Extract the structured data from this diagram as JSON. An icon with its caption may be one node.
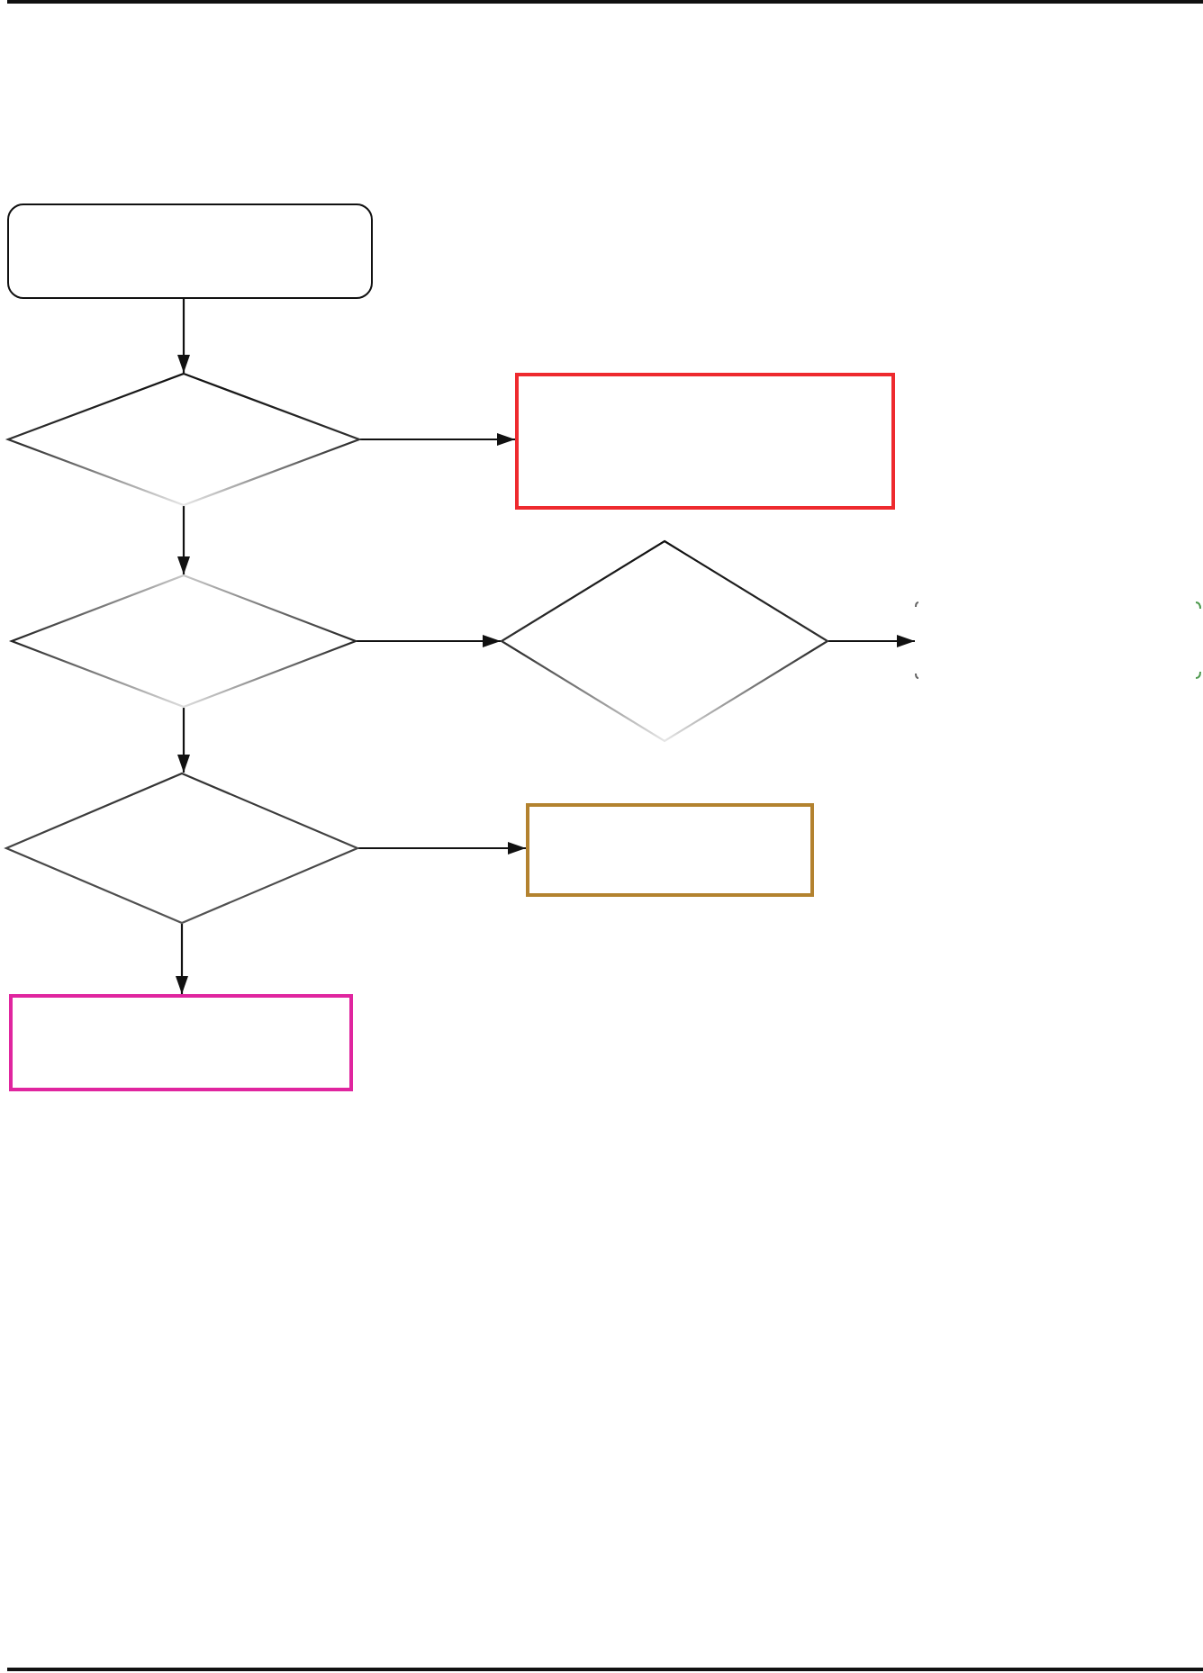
{
  "diagram": {
    "nodes": [
      {
        "text": [],
        "shape": "box"
      },
      {
        "text": [],
        "shape": "diamond"
      },
      {
        "text": [],
        "shape": "box"
      },
      {
        "text": [],
        "shape": "diamond"
      },
      {
        "text": [],
        "shape": "diamond"
      },
      {
        "text": [],
        "shape": "box"
      },
      {
        "text": [],
        "shape": "diamond"
      },
      {
        "text": [],
        "shape": "box"
      },
      {
        "text": [],
        "shape": "box"
      }
    ],
    "edges": [
      {
        "from": 0,
        "to": 1,
        "arrow": "to"
      },
      {
        "from": 1,
        "to": 2,
        "arrow": "to"
      },
      {
        "from": 1,
        "to": 3,
        "arrow": "to"
      },
      {
        "from": 3,
        "to": 4,
        "arrow": "to"
      },
      {
        "from": 4,
        "to": 5,
        "arrow": "to"
      },
      {
        "from": 3,
        "to": 6,
        "arrow": "to"
      },
      {
        "from": 6,
        "to": 7,
        "arrow": "to"
      },
      {
        "from": 6,
        "to": 8,
        "arrow": "to"
      }
    ]
  }
}
